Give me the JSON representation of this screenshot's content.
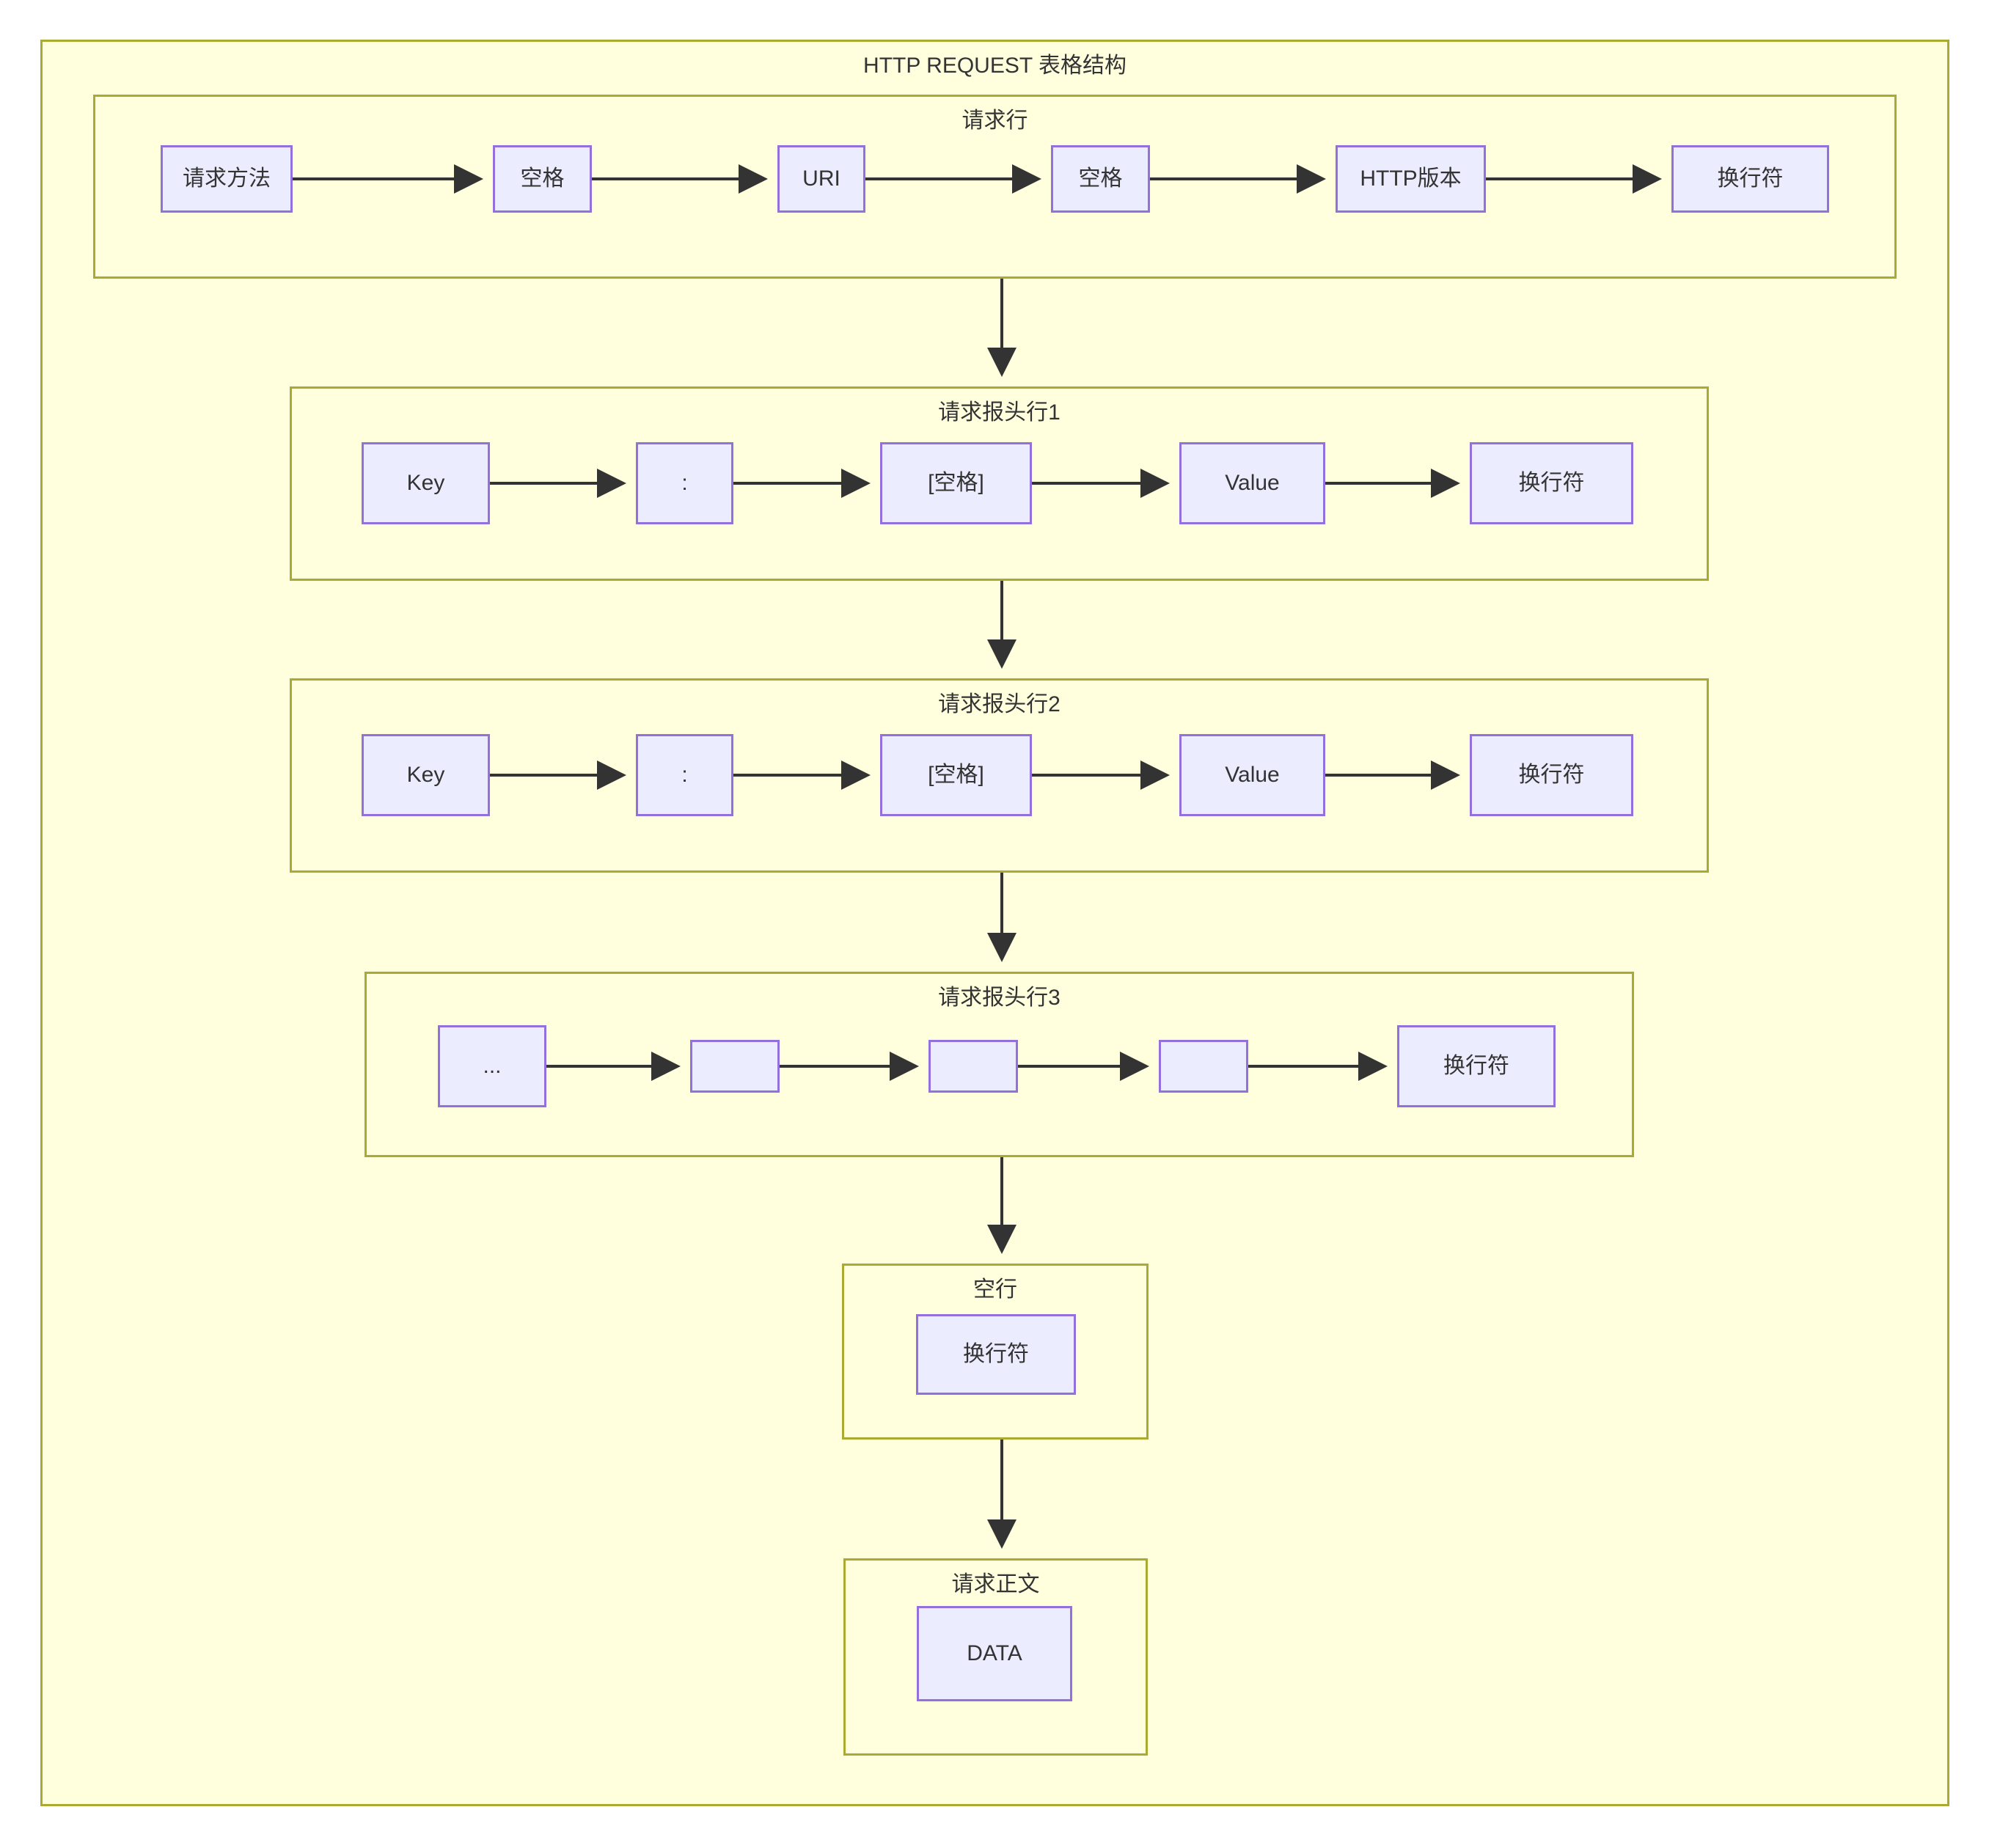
{
  "diagram": {
    "title": "HTTP REQUEST 表格结构",
    "colors": {
      "cluster_fill": "#ffffde",
      "cluster_stroke": "#aaaa33",
      "node_fill": "#ececff",
      "node_stroke": "#9370db",
      "edge_stroke": "#333333",
      "text": "#333333"
    },
    "sections": [
      {
        "id": "request-line",
        "label": "请求行",
        "nodes": [
          {
            "id": "method",
            "label": "请求方法"
          },
          {
            "id": "sp1",
            "label": "空格"
          },
          {
            "id": "uri",
            "label": "URI"
          },
          {
            "id": "sp2",
            "label": "空格"
          },
          {
            "id": "version",
            "label": "HTTP版本"
          },
          {
            "id": "crlf1",
            "label": "换行符"
          }
        ]
      },
      {
        "id": "header-line-1",
        "label": "请求报头行1",
        "nodes": [
          {
            "id": "h1key",
            "label": "Key"
          },
          {
            "id": "h1colon",
            "label": ":"
          },
          {
            "id": "h1sp",
            "label": "[空格]"
          },
          {
            "id": "h1val",
            "label": "Value"
          },
          {
            "id": "h1crlf",
            "label": "换行符"
          }
        ]
      },
      {
        "id": "header-line-2",
        "label": "请求报头行2",
        "nodes": [
          {
            "id": "h2key",
            "label": "Key"
          },
          {
            "id": "h2colon",
            "label": ":"
          },
          {
            "id": "h2sp",
            "label": "[空格]"
          },
          {
            "id": "h2val",
            "label": "Value"
          },
          {
            "id": "h2crlf",
            "label": "换行符"
          }
        ]
      },
      {
        "id": "header-line-3",
        "label": "请求报头行3",
        "nodes": [
          {
            "id": "h3dots",
            "label": "..."
          },
          {
            "id": "h3b1",
            "label": ""
          },
          {
            "id": "h3b2",
            "label": ""
          },
          {
            "id": "h3b3",
            "label": ""
          },
          {
            "id": "h3crlf",
            "label": "换行符"
          }
        ]
      },
      {
        "id": "blank-line",
        "label": "空行",
        "nodes": [
          {
            "id": "blankcrlf",
            "label": "换行符"
          }
        ]
      },
      {
        "id": "request-body",
        "label": "请求正文",
        "nodes": [
          {
            "id": "data",
            "label": "DATA"
          }
        ]
      }
    ]
  }
}
